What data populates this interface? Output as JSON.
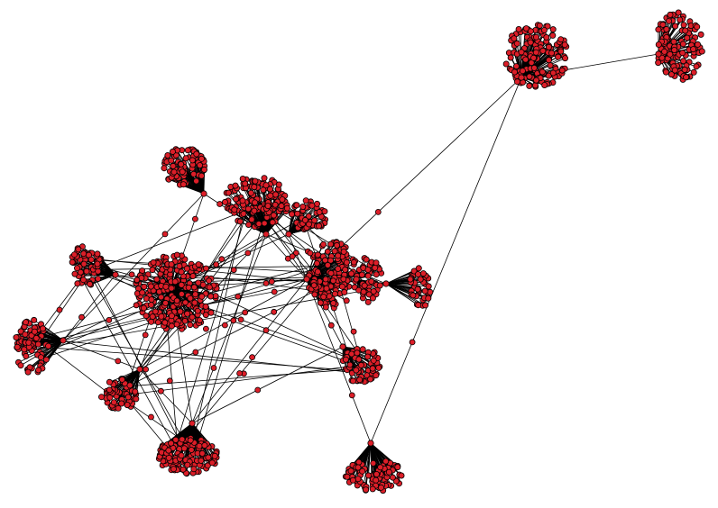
{
  "graph": {
    "type": "network-graph",
    "node_color": "#dc1e28",
    "edge_color": "#000000",
    "node_outline_color": "#000000",
    "background": "#ffffff",
    "clusters": [
      {
        "id": "cluster-top-right-a"
      },
      {
        "id": "cluster-top-right-b"
      },
      {
        "id": "cluster-upper-left"
      },
      {
        "id": "cluster-center-top"
      },
      {
        "id": "cluster-center-small"
      },
      {
        "id": "cluster-left"
      },
      {
        "id": "cluster-left-center-big"
      },
      {
        "id": "cluster-center-right"
      },
      {
        "id": "cluster-right-small"
      },
      {
        "id": "cluster-far-right"
      },
      {
        "id": "cluster-far-left"
      },
      {
        "id": "cluster-lower-right"
      },
      {
        "id": "cluster-lower-left"
      },
      {
        "id": "cluster-bottom-center"
      },
      {
        "id": "cluster-bottom-right"
      }
    ]
  }
}
